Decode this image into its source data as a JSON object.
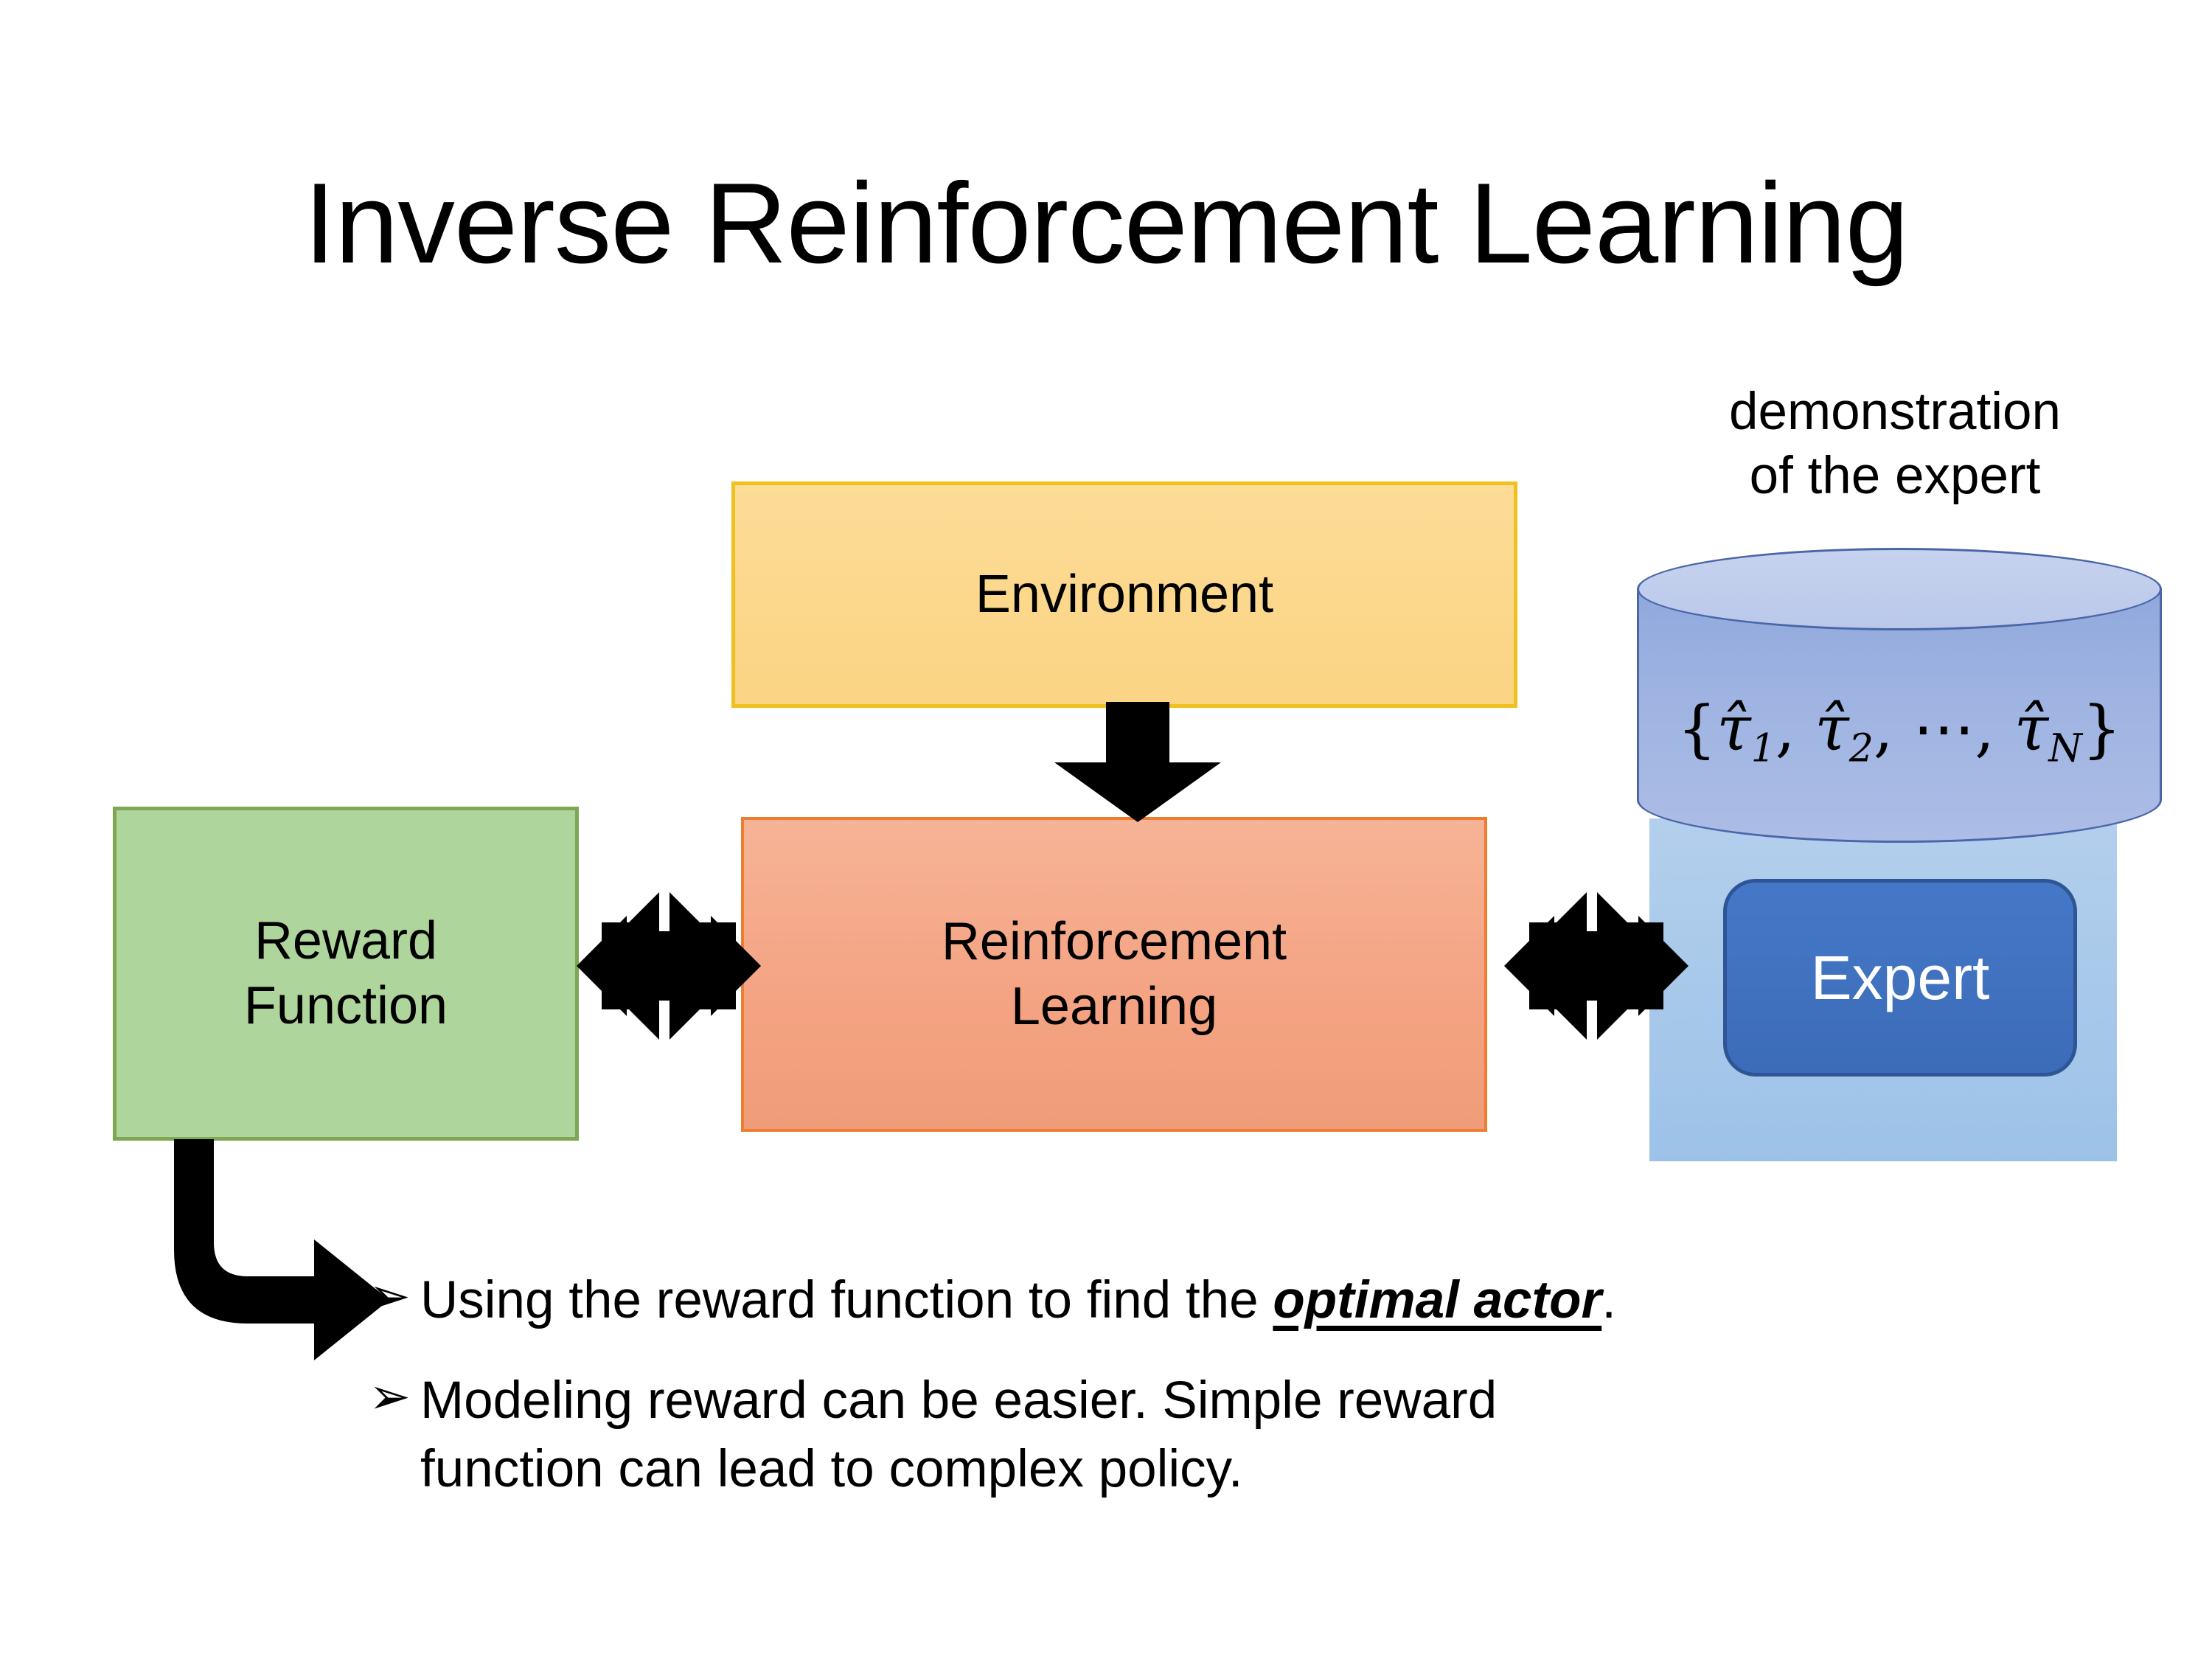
{
  "slide": {
    "title": "Inverse Reinforcement Learning",
    "background_color": "#FFFFFF"
  },
  "diagram": {
    "nodes": [
      {
        "id": "environment",
        "label": "Environment",
        "fill_color": "#FBD484",
        "border_color": "#F0C01E",
        "text_color": "#000000"
      },
      {
        "id": "reinforcement-learning",
        "label": "Reinforcement\nLearning",
        "line1": "Reinforcement",
        "line2": "Learning",
        "fill_color": "#F4A382",
        "border_color": "#ED7D31",
        "text_color": "#000000"
      },
      {
        "id": "reward-function",
        "label": "Reward\nFunction",
        "line1": "Reward",
        "line2": "Function",
        "fill_color": "#AED59B",
        "border_color": "#7FA653",
        "text_color": "#000000"
      },
      {
        "id": "expert",
        "label": "Expert",
        "fill_color": "#3C6CB8",
        "border_color": "#2E5596",
        "text_color": "#FFFFFF"
      }
    ],
    "expert_panel": {
      "fill_color": "#9DC2E8"
    },
    "datastore": {
      "caption_line1": "demonstration",
      "caption_line2": "of the expert",
      "formula_open": "{",
      "formula_terms": [
        "τ̂",
        "τ̂",
        "⋯",
        "τ̂"
      ],
      "formula_subscripts": [
        "1",
        "2",
        "",
        "N"
      ],
      "formula_text": "{τ̂1, τ̂2, ⋯, τ̂N}",
      "formula_close": "}",
      "fill_color": "#9FB4E2",
      "top_fill_color": "#BAC8EA",
      "border_color": "#4A66A8"
    },
    "connectors": [
      {
        "id": "environment-to-rl",
        "type": "down-arrow",
        "color": "#000000"
      },
      {
        "id": "reward-to-rl",
        "type": "quad-arrow",
        "color": "#000000"
      },
      {
        "id": "rl-to-expert",
        "type": "quad-arrow",
        "color": "#000000"
      },
      {
        "id": "reward-to-bullets",
        "type": "bent-arrow",
        "color": "#000000"
      }
    ]
  },
  "bullets": [
    {
      "marker": "➢",
      "text_before": "Using the reward function to find the ",
      "emphasis": "optimal actor",
      "text_after": "."
    },
    {
      "marker": "➢",
      "line1": "Modeling reward can be easier. Simple reward",
      "line2": "function can lead to complex policy."
    }
  ]
}
